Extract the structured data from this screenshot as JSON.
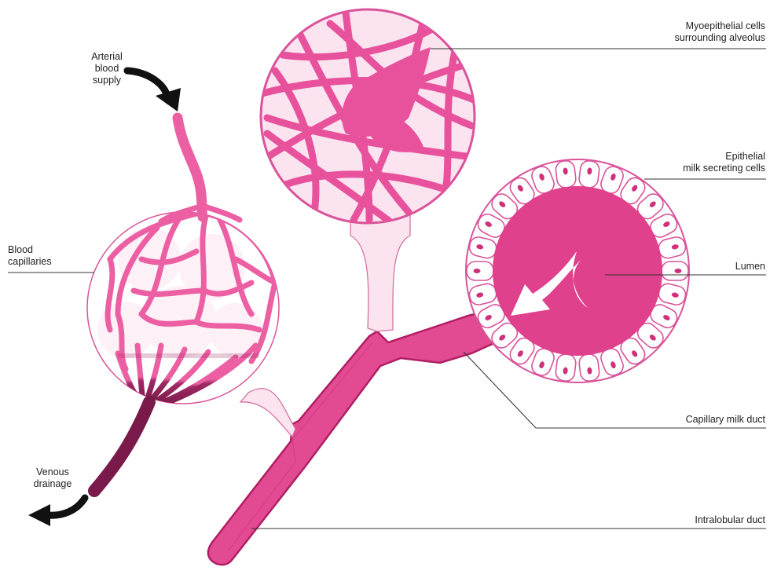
{
  "labels": {
    "arterial": [
      "Arterial",
      "blood",
      "supply"
    ],
    "capillaries": [
      "Blood",
      "capillaries"
    ],
    "venous": [
      "Venous",
      "drainage"
    ],
    "myoepithelial": [
      "Myoepithelial cells",
      "surrounding alveolus"
    ],
    "epithelial": [
      "Epithelial",
      "milk secreting cells"
    ],
    "lumen": "Lumen",
    "capillary_duct": "Capillary milk duct",
    "intralobular_duct": "Intralobular duct"
  },
  "colors": {
    "duct_pink": "#e0418c",
    "duct_outline": "#b01e63",
    "vessel_pink": "#ec5fa3",
    "pale_pink": "#fbe3ef",
    "venous_dark": "#8a1f54",
    "leader": "#333333",
    "arrow": "#111111"
  }
}
